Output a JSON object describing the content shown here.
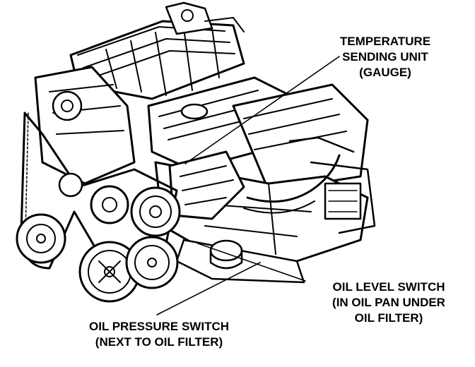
{
  "callouts": {
    "temperature_sending_unit": [
      "TEMPERATURE",
      "SENDING UNIT",
      "(GAUGE)"
    ],
    "oil_level_switch": [
      "OIL LEVEL SWITCH",
      "(IN OIL PAN UNDER",
      "OIL FILTER)"
    ],
    "oil_pressure_switch": [
      "OIL PRESSURE SWITCH",
      "(NEXT TO OIL FILTER)"
    ]
  },
  "colors": {
    "ink": "#000000",
    "paper": "#ffffff"
  }
}
